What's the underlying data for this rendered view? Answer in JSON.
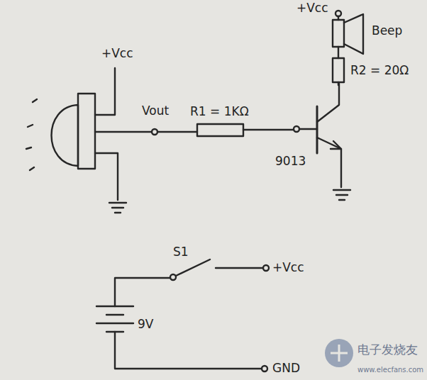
{
  "diagram": {
    "labels": [
      "+Vcc",
      "Vout",
      "R1 = 1KΩ",
      "9013",
      "+Vcc",
      "Beep",
      "R2 = 20Ω",
      "S1",
      "+Vcc",
      "9V",
      "GND",
      "电子发烧友",
      "www.elecfans.com"
    ]
  }
}
